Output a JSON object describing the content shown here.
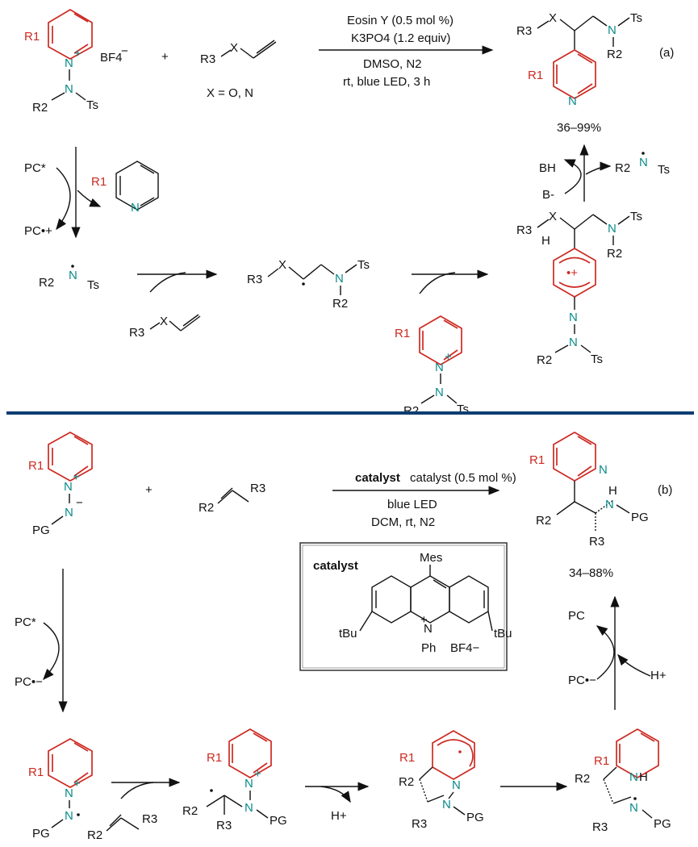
{
  "panel_a": {
    "label": "(a)",
    "conditions": [
      "Eosin Y (0.5 mol %)",
      "K3PO4 (1.2 equiv)",
      "DMSO, N2",
      "rt, blue LED, 3 h"
    ],
    "x_def": "X = O, N",
    "yield": "36–99%",
    "atoms": {
      "r1": "R1",
      "r2": "R2",
      "r3": "R3",
      "n": "N",
      "ts": "Ts",
      "x": "X",
      "bf4": "BF4",
      "plus": "+",
      "minus": "−",
      "pc_star": "PC*",
      "pc_cation": "PC•+",
      "bh": "BH",
      "b_minus": "B-",
      "h": "H",
      "rad_cation": "•+"
    }
  },
  "panel_b": {
    "label": "(b)",
    "conditions": [
      "catalyst (0.5 mol %)",
      "blue LED",
      "DCM, rt, N2"
    ],
    "yield": "34–88%",
    "catalyst_box": {
      "title": "catalyst",
      "mes": "Mes",
      "tbu": "tBu",
      "ph": "Ph",
      "bf4": "BF4−"
    },
    "atoms": {
      "pg": "PG",
      "pc": "PC",
      "pc_star": "PC*",
      "pc_anion": "PC•−",
      "h_plus": "H+",
      "nh": "N",
      "h": "H"
    }
  },
  "colors": {
    "red": "#cc2a22",
    "teal": "#0b8a8a",
    "divider": "#0d3d73"
  }
}
